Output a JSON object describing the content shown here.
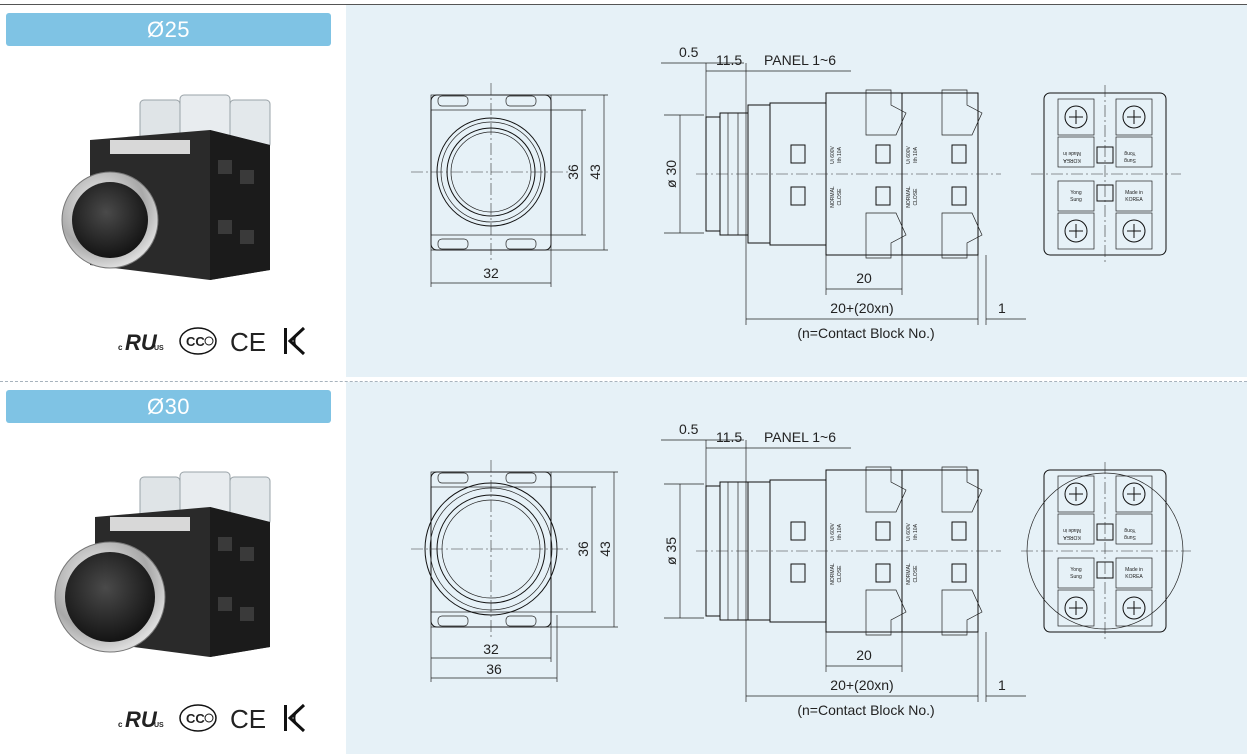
{
  "sections": [
    {
      "title": "Ø25",
      "front": {
        "w_label": "32",
        "inner_label": "36",
        "outer_label": "43"
      },
      "side": {
        "dim_05": "0.5",
        "dim_115": "11.5",
        "panel": "PANEL 1~6",
        "dia": "ø 30",
        "block": "20",
        "total": "20+(20xn)",
        "gap": "1",
        "note": "(n=Contact Block No.)"
      },
      "certifications": [
        "cULus",
        "CCC",
        "CE",
        "KC"
      ]
    },
    {
      "title": "Ø30",
      "front": {
        "w_label": "32",
        "w2_label": "36",
        "inner_label": "36",
        "outer_label": "43"
      },
      "side": {
        "dim_05": "0.5",
        "dim_115": "11.5",
        "panel": "PANEL 1~6",
        "dia": "ø 35",
        "block": "20",
        "total": "20+(20xn)",
        "gap": "1",
        "note": "(n=Contact Block No.)"
      },
      "certifications": [
        "cULus",
        "CCC",
        "CE",
        "KC"
      ]
    }
  ],
  "block_text": {
    "rating_a": "Ui 600V",
    "rating_b": "Ith 10A",
    "normal": "NORMAL",
    "close": "CLOSE",
    "made_a": "Made in",
    "made_b": "KOREA",
    "brand_a": "Yong",
    "brand_b": "Sung"
  },
  "colors": {
    "accent": "#7fc3e4",
    "panel": "#e6f1f7",
    "divider": "#a8b3bd"
  }
}
